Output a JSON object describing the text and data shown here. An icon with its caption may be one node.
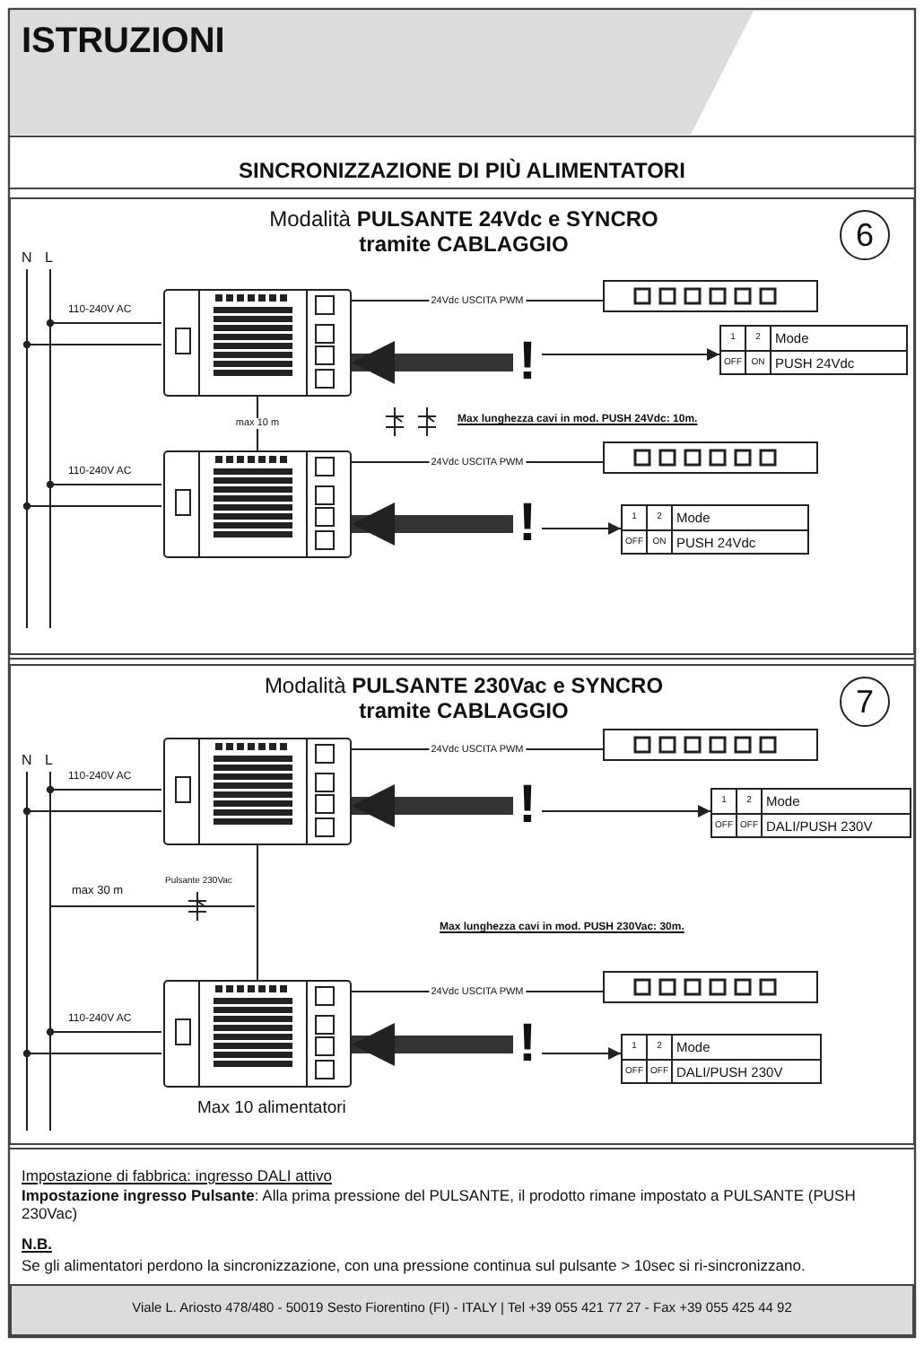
{
  "diagram": {
    "title": "ISTRUZIONI",
    "nodes": [
      {
        "text": [
          "Modalità **PULSANTE 24Vdc e SYNCRO tramite CABLAGGIO**",
          "6"
        ]
      },
      {
        "text": [],
        "shape": "box",
        "in": 0
      },
      {
        "text": [],
        "shape": "bar",
        "in": 0
      },
      {
        "text": [
          "!"
        ],
        "in": 0
      },
      {
        "text": [
          "1",
          "2",
          "Mode",
          "OFF",
          "ON",
          "PUSH 24Vdc"
        ],
        "in": 0
      },
      {
        "text": [],
        "shape": "box",
        "in": 0
      },
      {
        "text": [],
        "shape": "bar",
        "in": 0
      },
      {
        "text": [
          "!"
        ],
        "in": 0
      },
      {
        "text": [
          "1",
          "2",
          "Mode",
          "OFF",
          "ON",
          "PUSH 24Vdc"
        ],
        "in": 0
      },
      {
        "text": [
          "Modalità **PULSANTE 230Vac e SYNCRO tramite CABLAGGIO**",
          "7"
        ]
      },
      {
        "text": [],
        "shape": "box",
        "in": 9
      },
      {
        "text": [],
        "shape": "bar",
        "in": 9
      },
      {
        "text": [
          "!"
        ],
        "in": 9
      },
      {
        "text": [
          "1",
          "2",
          "Mode",
          "OFF",
          "OFF",
          "DALI/PUSH 230V"
        ],
        "in": 9
      },
      {
        "text": [],
        "shape": "box",
        "in": 9
      },
      {
        "text": [],
        "shape": "bar",
        "in": 9
      },
      {
        "text": [
          "!"
        ],
        "in": 9
      },
      {
        "text": [
          "1",
          "2",
          "Mode",
          "OFF",
          "OFF",
          "DALI/PUSH 230V"
        ],
        "in": 9
      }
    ],
    "edges": [
      {
        "from": 1,
        "to": 2,
        "arrow": "none",
        "label": "24Vdc USCITA PWM"
      },
      {
        "from": 3,
        "to": 1,
        "arrow": "to",
        "style": "thick"
      },
      {
        "from": 3,
        "to": 4,
        "arrow": "to"
      },
      {
        "from": 1,
        "to": 5,
        "arrow": "none",
        "label": "max 10 m"
      },
      {
        "from": 5,
        "to": 6,
        "arrow": "none",
        "label": "24Vdc USCITA PWM"
      },
      {
        "from": 7,
        "to": 5,
        "arrow": "to",
        "style": "thick"
      },
      {
        "from": 7,
        "to": 8,
        "arrow": "to"
      },
      {
        "from": 10,
        "to": 11,
        "arrow": "none",
        "label": "24Vdc USCITA PWM"
      },
      {
        "from": 12,
        "to": 10,
        "arrow": "to",
        "style": "thick"
      },
      {
        "from": 12,
        "to": 13,
        "arrow": "to"
      },
      {
        "from": 10,
        "to": 14,
        "arrow": "none"
      },
      {
        "from": 14,
        "to": 15,
        "arrow": "none",
        "label": "24Vdc USCITA PWM"
      },
      {
        "from": 16,
        "to": 14,
        "arrow": "to",
        "style": "thick"
      },
      {
        "from": 16,
        "to": 17,
        "arrow": "to"
      }
    ],
    "labels": [
      "SINCRONIZZAZIONE DI PIÙ ALIMENTATORI",
      "N",
      "L",
      "110-240V AC",
      "110-240V AC",
      "Max lunghezza cavi in mod. PUSH 24Vdc: 10m.",
      "N",
      "L",
      "110-240V AC",
      "max 30 m",
      "Pulsante 230Vac",
      "Max lunghezza cavi in mod. PUSH 230Vac: 30m.",
      "110-240V AC",
      "Max 10 alimentatori",
      "Impostazione di fabbrica: ingresso DALI attivo",
      "**Impostazione ingresso Pulsante**: Alla prima pressione del PULSANTE, il prodotto rimane impostato a PULSANTE (PUSH 230Vac)",
      "N.B.",
      "Se gli alimentatori perdono la sincronizzazione, con una pressione continua sul pulsante > 10sec si ri-sincronizzano.",
      "Viale L. Ariosto 478/480 - 50019 Sesto Fiorentino (FI) - ITALY | Tel +39 055 421 77 27 - Fax +39 055 425 44 92"
    ]
  }
}
